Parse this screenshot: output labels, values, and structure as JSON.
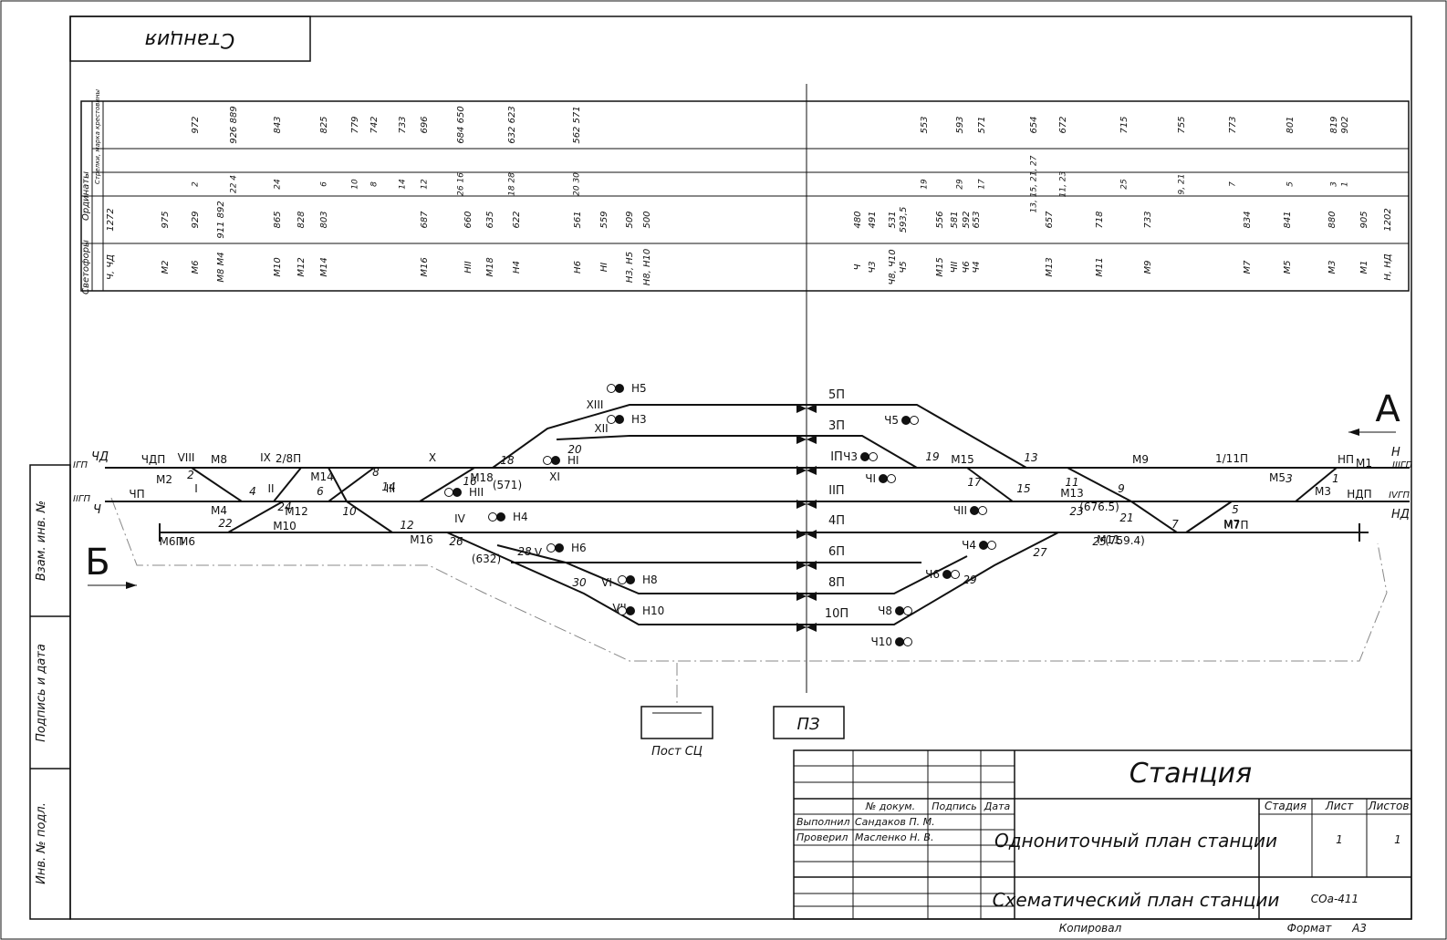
{
  "stamp_top": "Станция",
  "side_labels": {
    "vzam": "Взам. инв. №",
    "podp": "Подпись и дата",
    "inv": "Инв. № подл."
  },
  "table": {
    "row_labels": {
      "ordinates": "Ординаты",
      "switches": "Стрелки, марка крестовины",
      "signals": "Светофоры"
    },
    "switch_ord": [
      "972",
      "926 889",
      "843",
      "825",
      "779",
      "742",
      "733",
      "696",
      "684 650",
      "632 623",
      "562 571",
      "553",
      "593",
      "571",
      "654",
      "672",
      "715",
      "755",
      "773",
      "801",
      "819",
      "902"
    ],
    "switch_num": [
      "2",
      "22 4",
      "24",
      "6",
      "10",
      "8",
      "14",
      "12",
      "26 16",
      "18 28",
      "20 30",
      "19",
      "29",
      "17",
      "13, 15, 21, 27",
      "11, 23",
      "25",
      "9, 21",
      "7",
      "5",
      "3",
      "1"
    ],
    "signal_ord": [
      "1272",
      "975",
      "929",
      "911 892",
      "865",
      "828",
      "803",
      "687",
      "660",
      "635",
      "622",
      "561",
      "559",
      "509",
      "500",
      "480",
      "491",
      "531",
      "593,5",
      "556",
      "581",
      "592",
      "653",
      "657",
      "718",
      "733",
      "834",
      "841",
      "880",
      "905",
      "1202"
    ],
    "signal_name": [
      "Ч, ЧД",
      "М2",
      "М6",
      "М8 М4",
      "М10",
      "М12",
      "М14",
      "М16",
      "НII",
      "М18",
      "Н4",
      "Н6",
      "НI",
      "Н3, Н5",
      "Н8, Н10",
      "Ч",
      "Ч3",
      "Ч8, Ч10",
      "Ч5",
      "М15",
      "ЧII",
      "Ч6",
      "Ч4",
      "М13",
      "М11",
      "М9",
      "М7",
      "М5",
      "М3",
      "М1",
      "Н, НД"
    ]
  },
  "schematic": {
    "tracks": [
      "5П",
      "3П",
      "IП",
      "IIП",
      "4П",
      "6П",
      "8П",
      "10П"
    ],
    "roman": [
      "I",
      "II",
      "III",
      "IV",
      "V",
      "VI",
      "VII",
      "VIII",
      "IX",
      "X",
      "XI",
      "XII",
      "XIII"
    ],
    "left_ends": [
      "IГП",
      "IIГП",
      "ЧД",
      "Ч"
    ],
    "right_ends": [
      "IIIГП",
      "IVГП",
      "Н",
      "НД"
    ],
    "signals_top": [
      "Н5",
      "Н3",
      "НI",
      "НII",
      "Н4",
      "Н6",
      "Н8",
      "Н10"
    ],
    "signals_right": [
      "Ч5",
      "Ч3",
      "ЧI",
      "ЧII",
      "Ч4",
      "Ч6",
      "Ч8",
      "Ч10"
    ],
    "shunt": [
      "М1",
      "М2",
      "М3",
      "М4",
      "М5",
      "М6",
      "М7",
      "М8",
      "М9",
      "М10",
      "М11",
      "М12",
      "М13",
      "М14",
      "М15",
      "М16",
      "М18"
    ],
    "switches_l": [
      "2",
      "4",
      "6",
      "8",
      "10",
      "12",
      "14",
      "16",
      "18",
      "20",
      "22",
      "24",
      "26",
      "28",
      "30"
    ],
    "switches_r": [
      "1",
      "3",
      "5",
      "7",
      "9",
      "11",
      "13",
      "15",
      "17",
      "19",
      "21",
      "23",
      "25",
      "27",
      "29"
    ],
    "misc_labels": [
      "2/8П",
      "1/11П",
      "ЧДП",
      "ЧП",
      "М6П",
      "НДП",
      "НП",
      "М7П",
      "(632)",
      "(676.5)",
      "(759.4)",
      "(571)"
    ],
    "arrow_a": "А",
    "arrow_b": "Б",
    "post": "Пост СЦ",
    "pz": "ПЗ"
  },
  "titleblock": {
    "station": "Станция",
    "headers": [
      "№ докум.",
      "Подпись",
      "Дата"
    ],
    "rows": [
      {
        "role": "Выполнил",
        "name": "Сандаков П. М."
      },
      {
        "role": "Проверил",
        "name": "Масленко Н. В."
      }
    ],
    "plan1": "Однониточный план станции",
    "plan2": "Схематический план станции",
    "stadiya": "Стадия",
    "list": "Лист",
    "listov": "Листов",
    "list_val": "1",
    "listov_val": "1",
    "code": "СОа-411",
    "kopiroval": "Копировал",
    "format": "Формат",
    "format_val": "А3"
  }
}
